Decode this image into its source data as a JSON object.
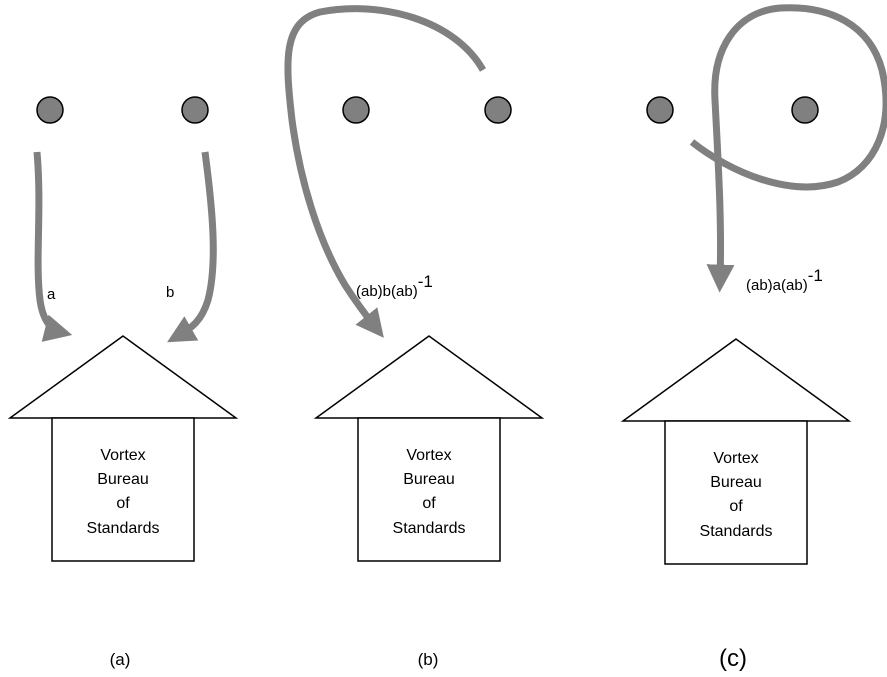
{
  "colors": {
    "path": "#808080",
    "vortex": "#808080",
    "outline": "#000000"
  },
  "panels": [
    {
      "label": "(a)",
      "house": {
        "lines": [
          "Vortex",
          "Bureau",
          "of",
          "Standards"
        ]
      },
      "paths": [
        {
          "label": "a"
        },
        {
          "label": "b"
        }
      ]
    },
    {
      "label": "(b)",
      "house": {
        "lines": [
          "Vortex",
          "Bureau",
          "of",
          "Standards"
        ]
      },
      "paths": [
        {
          "label_base": "(ab)b(ab)",
          "label_exp": "-1"
        }
      ]
    },
    {
      "label": "(c)",
      "house": {
        "lines": [
          "Vortex",
          "Bureau",
          "of",
          "Standards"
        ]
      },
      "paths": [
        {
          "label_base": "(ab)a(ab)",
          "label_exp": "-1"
        }
      ]
    }
  ]
}
